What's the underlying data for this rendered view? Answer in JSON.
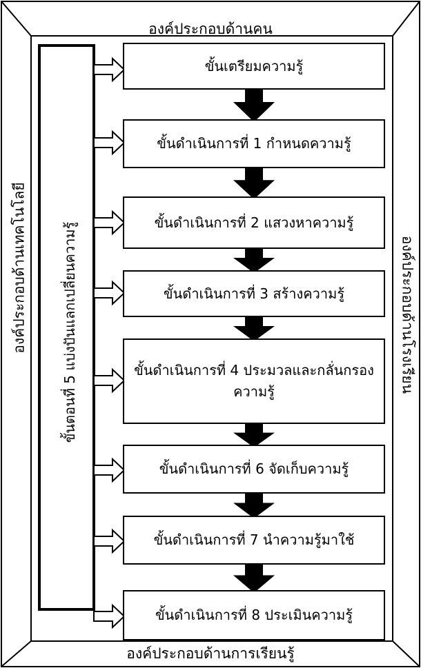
{
  "outer": {
    "top": "องค์ประกอบด้านคน",
    "bottom": "องค์ประกอบด้านการเรียนรู้",
    "left": "องค์ประกอบด้านเทคโนโลยี",
    "right": "องค์ประกอบด้านโรงเรียน"
  },
  "side_step": "ขั้นตอนที่ 5 แบ่งปันแลกเปลี่ยนความรู้",
  "steps": [
    {
      "label": "ขั้นเตรียมความรู้"
    },
    {
      "label": "ขั้นดำเนินการที่ 1 กำหนดความรู้"
    },
    {
      "label": "ขั้นดำเนินการที่ 2 แสวงหาความรู้"
    },
    {
      "label": "ขั้นดำเนินการที่ 3 สร้างความรู้"
    },
    {
      "label": "ขั้นดำเนินการที่ 4 ประมวลและกลั่นกรองความรู้"
    },
    {
      "label": "ขั้นดำเนินการที่ 6 จัดเก็บความรู้"
    },
    {
      "label": "ขั้นดำเนินการที่ 7 นำความรู้มาใช้"
    },
    {
      "label": "ขั้นดำเนินการที่ 8 ประเมินความรู้"
    }
  ]
}
